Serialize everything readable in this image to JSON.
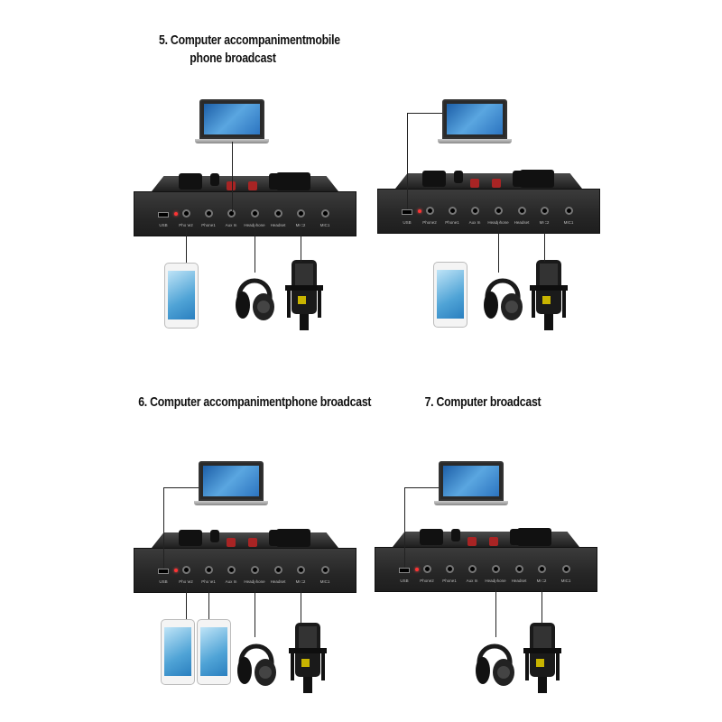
{
  "titles": {
    "p5_line1": "5. Computer accompanimentmobile",
    "p5_line2": "phone broadcast",
    "p6": "6. Computer accompanimentphone broadcast",
    "p7": "7. Computer broadcast"
  },
  "ports": [
    "USB",
    "Phone2",
    "Phone1",
    "Aux In",
    "Headphone",
    "Headset",
    "MIC2",
    "MIC1"
  ],
  "colors": {
    "fader": "#a82424",
    "screen": "#3a8ad0",
    "led": "#ff3333"
  }
}
